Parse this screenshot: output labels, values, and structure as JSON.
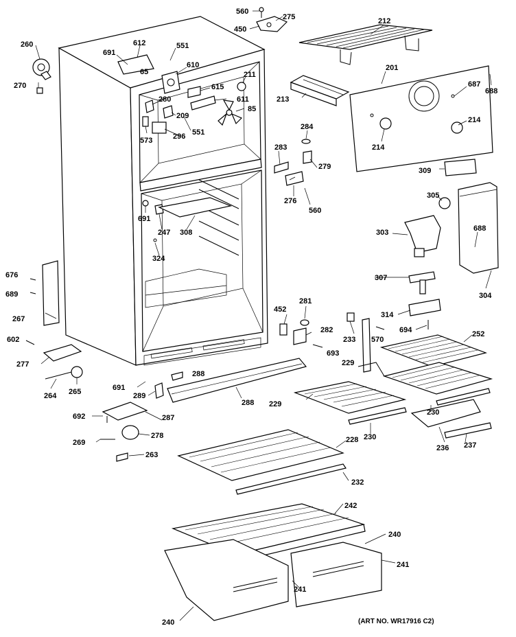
{
  "art_number": "(ART NO. WR17916 C2)",
  "callouts": [
    {
      "id": "c560a",
      "label": "560"
    },
    {
      "id": "c275",
      "label": "275"
    },
    {
      "id": "c450",
      "label": "450"
    },
    {
      "id": "c212",
      "label": "212"
    },
    {
      "id": "c260",
      "label": "260"
    },
    {
      "id": "c612",
      "label": "612"
    },
    {
      "id": "c551a",
      "label": "551"
    },
    {
      "id": "c691a",
      "label": "691"
    },
    {
      "id": "c65",
      "label": "65"
    },
    {
      "id": "c610",
      "label": "610"
    },
    {
      "id": "c270",
      "label": "270"
    },
    {
      "id": "c211",
      "label": "211"
    },
    {
      "id": "c615",
      "label": "615"
    },
    {
      "id": "c213",
      "label": "213"
    },
    {
      "id": "c201",
      "label": "201"
    },
    {
      "id": "c687",
      "label": "687"
    },
    {
      "id": "c688a",
      "label": "688"
    },
    {
      "id": "c280",
      "label": "280"
    },
    {
      "id": "c611",
      "label": "611"
    },
    {
      "id": "c209",
      "label": "209"
    },
    {
      "id": "c85",
      "label": "85"
    },
    {
      "id": "c573",
      "label": "573"
    },
    {
      "id": "c296",
      "label": "296"
    },
    {
      "id": "c551b",
      "label": "551"
    },
    {
      "id": "c284",
      "label": "284"
    },
    {
      "id": "c214a",
      "label": "214"
    },
    {
      "id": "c214b",
      "label": "214"
    },
    {
      "id": "c283",
      "label": "283"
    },
    {
      "id": "c279",
      "label": "279"
    },
    {
      "id": "c309a",
      "label": "309"
    },
    {
      "id": "c276",
      "label": "276"
    },
    {
      "id": "c560b",
      "label": "560"
    },
    {
      "id": "c305",
      "label": "305"
    },
    {
      "id": "c691b",
      "label": "691"
    },
    {
      "id": "c247",
      "label": "247"
    },
    {
      "id": "c308",
      "label": "308"
    },
    {
      "id": "c303",
      "label": "303"
    },
    {
      "id": "c688b",
      "label": "688"
    },
    {
      "id": "c324",
      "label": "324"
    },
    {
      "id": "c676",
      "label": "676"
    },
    {
      "id": "c307",
      "label": "307"
    },
    {
      "id": "c304",
      "label": "304"
    },
    {
      "id": "c689",
      "label": "689"
    },
    {
      "id": "c452",
      "label": "452"
    },
    {
      "id": "c281",
      "label": "281"
    },
    {
      "id": "c314",
      "label": "314"
    },
    {
      "id": "c267",
      "label": "267"
    },
    {
      "id": "c282",
      "label": "282"
    },
    {
      "id": "c233",
      "label": "233"
    },
    {
      "id": "c570",
      "label": "570"
    },
    {
      "id": "c694",
      "label": "694"
    },
    {
      "id": "c252",
      "label": "252"
    },
    {
      "id": "c602",
      "label": "602"
    },
    {
      "id": "c693",
      "label": "693"
    },
    {
      "id": "c277",
      "label": "277"
    },
    {
      "id": "c229a",
      "label": "229"
    },
    {
      "id": "c288a",
      "label": "288"
    },
    {
      "id": "c691c",
      "label": "691"
    },
    {
      "id": "c264",
      "label": "264"
    },
    {
      "id": "c265",
      "label": "265"
    },
    {
      "id": "c289",
      "label": "289"
    },
    {
      "id": "c288b",
      "label": "288"
    },
    {
      "id": "c229b",
      "label": "229"
    },
    {
      "id": "c230a",
      "label": "230"
    },
    {
      "id": "c692",
      "label": "692"
    },
    {
      "id": "c287",
      "label": "287"
    },
    {
      "id": "c230b",
      "label": "230"
    },
    {
      "id": "c236",
      "label": "236"
    },
    {
      "id": "c237",
      "label": "237"
    },
    {
      "id": "c269",
      "label": "269"
    },
    {
      "id": "c278",
      "label": "278"
    },
    {
      "id": "c228",
      "label": "228"
    },
    {
      "id": "c263",
      "label": "263"
    },
    {
      "id": "c232",
      "label": "232"
    },
    {
      "id": "c242",
      "label": "242"
    },
    {
      "id": "c240a",
      "label": "240"
    },
    {
      "id": "c241a",
      "label": "241"
    },
    {
      "id": "c241b",
      "label": "241"
    },
    {
      "id": "c240b",
      "label": "240"
    }
  ]
}
